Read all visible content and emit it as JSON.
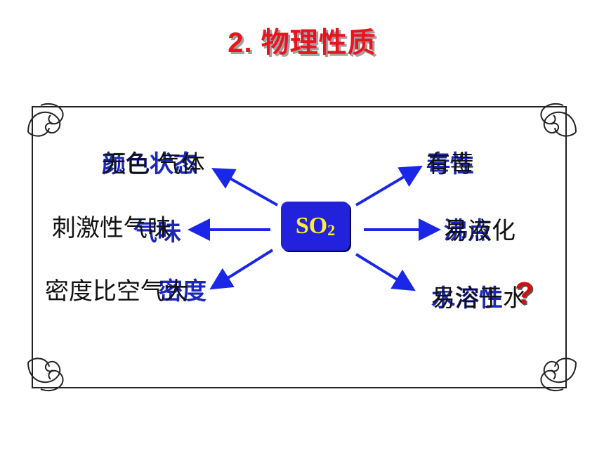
{
  "title": "2. 物理性质",
  "center": {
    "formula": "SO",
    "subscript": "2"
  },
  "nodes": {
    "color_state": {
      "under": "颜色状态",
      "over": "无色  气体"
    },
    "odor": {
      "under": "气味",
      "over": "刺激性气味"
    },
    "density": {
      "under": "密度",
      "over": "密度比空气大"
    },
    "toxicity": {
      "under": "毒性",
      "over": "有毒"
    },
    "liquefaction": {
      "under": "沸点",
      "over": "易液化"
    },
    "solubility": {
      "under": "水溶性",
      "over": "易溶于水"
    }
  },
  "question_mark": "?",
  "colors": {
    "title": "#e8141e",
    "arrow": "#1a27e8",
    "box": "#2222dd",
    "formula": "#ffee33",
    "under_text": "#1a27b8"
  }
}
